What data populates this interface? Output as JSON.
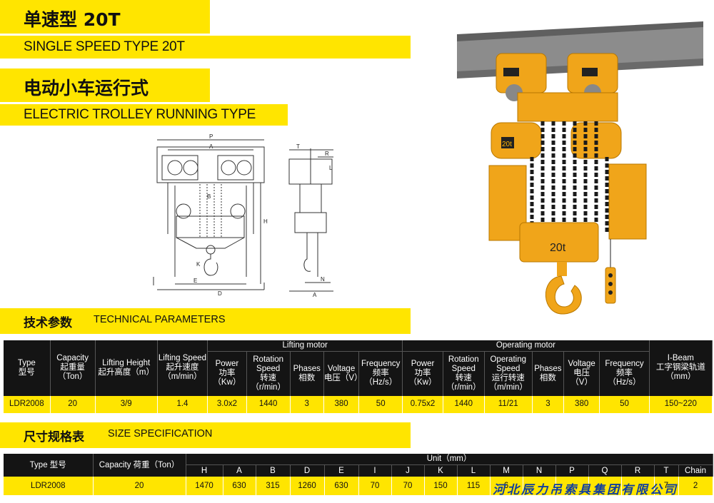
{
  "header": {
    "title_zh": "单速型 20T",
    "title_en": "SINGLE SPEED TYPE 20T",
    "subtitle_zh": "电动小车运行式",
    "subtitle_en": "ELECTRIC TROLLEY RUNNING TYPE"
  },
  "drawing_labels": [
    "P",
    "A",
    "B",
    "H",
    "K",
    "E",
    "D",
    "T",
    "R",
    "L",
    "N",
    "A"
  ],
  "product": {
    "capacity_mark": "20t",
    "side_mark": "20t"
  },
  "tech": {
    "section_zh": "技术参数",
    "section_en": "TECHNICAL PARAMETERS",
    "group_lifting": "Lifting motor",
    "group_operating": "Operating motor",
    "headers": [
      {
        "en": "Type",
        "zh": "型号"
      },
      {
        "en": "Capacity",
        "zh": "起重量",
        "unit": "（Ton）"
      },
      {
        "en": "Lifting Height",
        "zh": "起升高度（m）"
      },
      {
        "en": "Lifting Speed",
        "zh": "起升速度",
        "unit": "（m/min）"
      },
      {
        "en": "Power",
        "zh": "功率",
        "unit": "（Kw）"
      },
      {
        "en": "Rotation Speed",
        "zh": "转速",
        "unit": "（r/min）"
      },
      {
        "en": "Phases",
        "zh": "相数"
      },
      {
        "en": "Voltage",
        "zh": "电压（V）"
      },
      {
        "en": "Frequency",
        "zh": "频率",
        "unit": "（Hz/s）"
      },
      {
        "en": "Power",
        "zh": "功率",
        "unit": "（Kw）"
      },
      {
        "en": "Rotation Speed",
        "zh": "转速",
        "unit": "（r/min）"
      },
      {
        "en": "Operating Speed",
        "zh": "运行转速",
        "unit": "（m/min）"
      },
      {
        "en": "Phases",
        "zh": "相数"
      },
      {
        "en": "Voltage",
        "zh": "电压",
        "unit": "（V）"
      },
      {
        "en": "Frequency",
        "zh": "频率",
        "unit": "（Hz/s）"
      },
      {
        "en": "I-Beam",
        "zh": "工字钢梁轨道",
        "unit": "（mm）"
      }
    ],
    "row": [
      "LDR2008",
      "20",
      "3/9",
      "1.4",
      "3.0x2",
      "1440",
      "3",
      "380",
      "50",
      "0.75x2",
      "1440",
      "11/21",
      "3",
      "380",
      "50",
      "150~220"
    ]
  },
  "size": {
    "section_zh": "尺寸规格表",
    "section_en": "SIZE SPECIFICATION",
    "type_label": "Type  型号",
    "capacity_label": "Capacity  荷重（Ton）",
    "unit_label": "Unit（mm）",
    "columns": [
      "H",
      "A",
      "B",
      "D",
      "E",
      "I",
      "J",
      "K",
      "L",
      "M",
      "N",
      "P",
      "Q",
      "R",
      "T",
      "Chain"
    ],
    "row": {
      "type": "LDR2008",
      "capacity": "20",
      "values": [
        "1470",
        "630",
        "315",
        "1260",
        "630",
        "70",
        "70",
        "150",
        "115",
        "6",
        "",
        "",
        "",
        "",
        "7",
        "2"
      ]
    }
  },
  "company": "河北辰力吊索具集团有限公司",
  "colors": {
    "yellow": "#ffe500",
    "black": "#141414",
    "orange": "#f0a51a",
    "company_blue": "#0f3d9e"
  }
}
